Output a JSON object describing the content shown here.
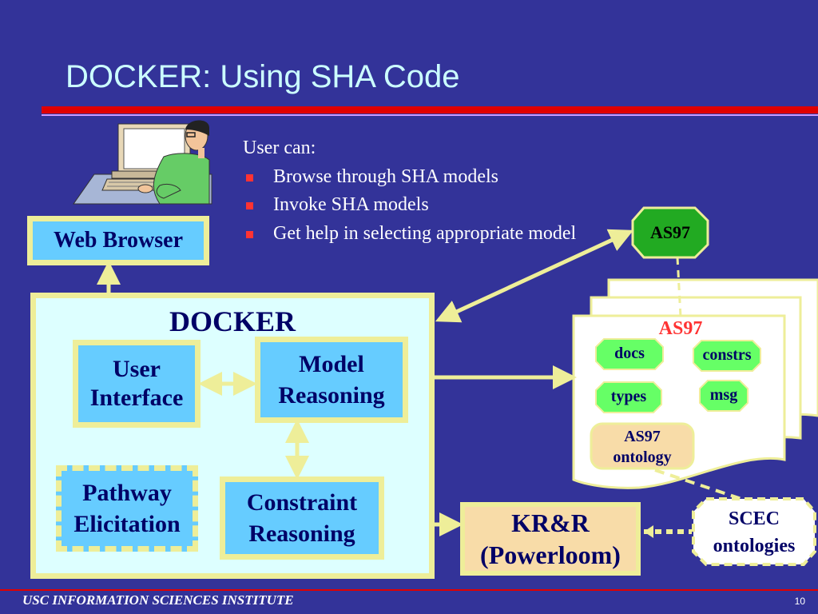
{
  "slide": {
    "title": "DOCKER: Using SHA Code",
    "footer": "USC INFORMATION SCIENCES INSTITUTE",
    "page_number": "10"
  },
  "bullets": {
    "intro": "User can:",
    "items": [
      "Browse through SHA models",
      "Invoke SHA models",
      "Get help in selecting appropriate model"
    ]
  },
  "diagram": {
    "web_browser": "Web Browser",
    "docker": "DOCKER",
    "user_interface_line1": "User",
    "user_interface_line2": "Interface",
    "model_reasoning_line1": "Model",
    "model_reasoning_line2": "Reasoning",
    "pathway_line1": "Pathway",
    "pathway_line2": "Elicitation",
    "constraint_line1": "Constraint",
    "constraint_line2": "Reasoning",
    "krr_line1": "KR&R",
    "krr_line2": "(Powerloom)",
    "as97_tag": "AS97",
    "as97_doc_title": "AS97",
    "docs": "docs",
    "constrs": "constrs",
    "types": "types",
    "msg": "msg",
    "ontology_line1": "AS97",
    "ontology_line2": "ontology",
    "scec_line1": "SCEC",
    "scec_line2": "ontologies"
  },
  "colors": {
    "background": "#333399",
    "title": "#ccffff",
    "box_fill": "#66ccff",
    "box_border": "#eeee99",
    "docker_panel": "#ddffff",
    "accent_red": "#e00000",
    "tag_green": "#22aa22",
    "chip_green": "#66ff66",
    "krr_fill": "#f8dca8"
  },
  "icons": [
    "computer-user-clipart"
  ]
}
